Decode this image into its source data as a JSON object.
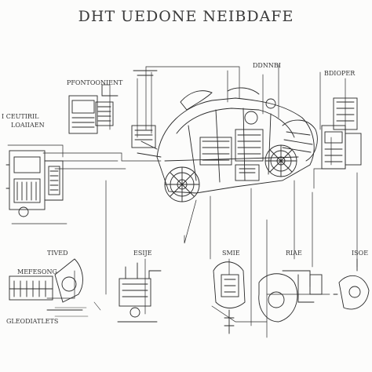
{
  "title": "DHT UEDONE NEIBDAFE",
  "labels": {
    "top_left_box": "PFONTOONIENT",
    "top_center": "DDNNBI",
    "top_right": "BDIOPER",
    "left_upper": "I CEUTIRIL",
    "left_lower": "LOAIIAEN",
    "bottom_1": "TIVED",
    "bottom_2": "ESIJE",
    "bottom_3": "SMIE",
    "bottom_4": "RIAE",
    "bottom_5": "ISOE",
    "bottom_left_upper": "MEFESONG",
    "bottom_left_lower": "GLEODIATLETS"
  },
  "colors": {
    "ink": "#2a2a2a",
    "paper": "#fcfcfb"
  }
}
